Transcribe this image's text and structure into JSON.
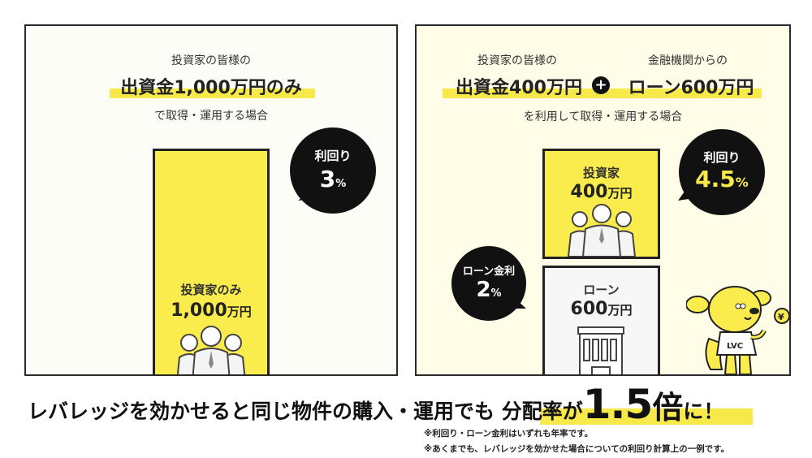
{
  "left": {
    "line1": "投資家の皆様の",
    "line2": "出資金1,000万円のみ",
    "line3": "で取得・運用する場合",
    "bar_label": "投資家のみ",
    "bar_amount": "1,000",
    "bar_unit": "万円",
    "bubble_title": "利回り",
    "bubble_value": "3",
    "bubble_unit": "%"
  },
  "right": {
    "investor_heading": "投資家の皆様の",
    "bank_heading": "金融機関からの",
    "investor_amount": "出資金400万円",
    "loan_amount": "ローン600万円",
    "line3": "を利用して取得・運用する場合",
    "investor_box_label": "投資家",
    "investor_box_amount": "400",
    "investor_box_unit": "万円",
    "loan_box_label": "ローン",
    "loan_box_amount": "600",
    "loan_box_unit": "万円",
    "yield_title": "利回り",
    "yield_value": "4.5",
    "yield_unit": "%",
    "loan_rate_title": "ローン金利",
    "loan_rate_value": "2",
    "loan_rate_unit": "%",
    "mascot_shirt": "LVC",
    "mascot_coin": "¥"
  },
  "headline": {
    "prefix": "レバレッジを効かせると同じ物件の購入・運用でも",
    "highlight": "分配率が",
    "number": "1.5",
    "unit": "倍",
    "suffix": "に！"
  },
  "notes": [
    "※利回り・ローン金利はいずれも年率です。",
    "※あくまでも、レバレッジを効かせた場合についての利回り計算上の一例です。"
  ],
  "colors": {
    "accent": "#f7e94a",
    "dark": "#111111",
    "panel_left": "#fdfdf7",
    "panel_right": "#fffde8"
  }
}
